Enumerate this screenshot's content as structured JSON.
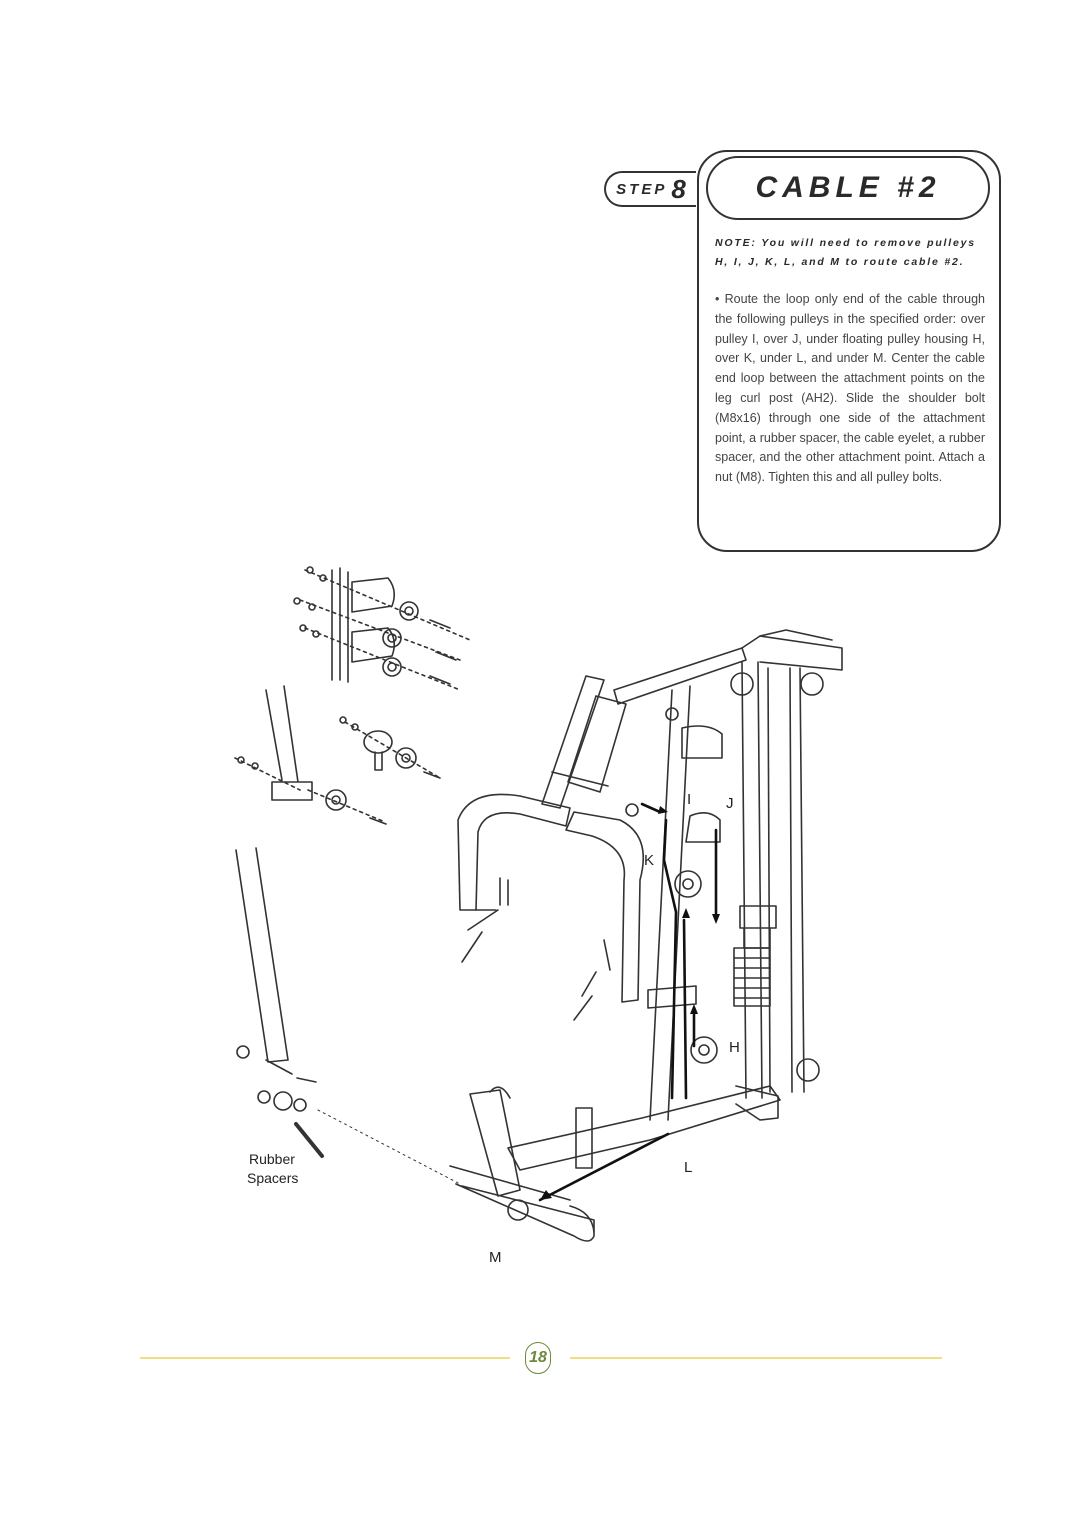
{
  "step": {
    "word": "STEP",
    "number": "8"
  },
  "title": "CABLE #2",
  "note": "NOTE: You will need to remove pulleys H, I, J, K, L, and M to route cable #2.",
  "instructions": "• Route the loop only end of the cable through the following pulleys in the specified order: over pulley I, over J, under floating pulley housing H, over K, under L, and under M. Center the cable end loop between the attachment points on the leg curl post (AH2). Slide the shoulder bolt (M8x16) through one side of the attachment point, a rubber spacer, the cable eyelet, a rubber spacer, and the other attachment point. Attach a nut (M8). Tighten this and all pulley bolts.",
  "diagram": {
    "labels": {
      "I": "I",
      "J": "J",
      "K": "K",
      "H": "H",
      "L": "L",
      "M": "M",
      "rubber": "Rubber",
      "spacers": "Spacers"
    }
  },
  "footer": {
    "page_number": "18"
  },
  "colors": {
    "ink": "#222222",
    "rule": "#f0de80",
    "page_badge": "#6d8a3a"
  }
}
